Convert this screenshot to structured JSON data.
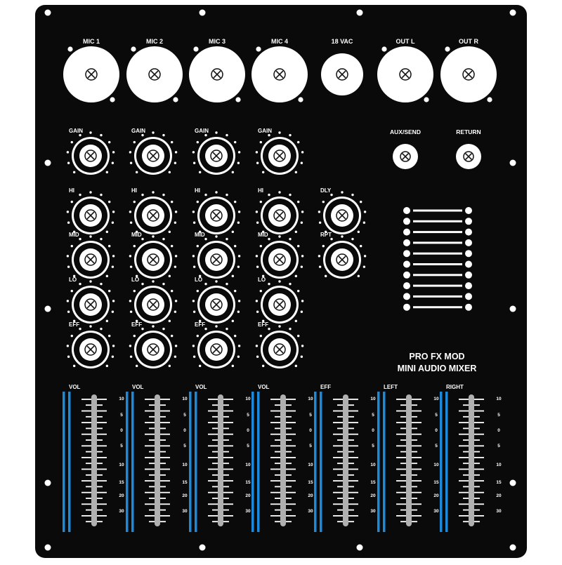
{
  "panel": {
    "panel_color": "#0a0a0a",
    "jack_color": "#ffffff",
    "fader_rail_color": "#1e88d9",
    "fader_track_color": "#b0b0b0"
  },
  "jacks": [
    {
      "label": "MIC 1",
      "type": "xlr"
    },
    {
      "label": "MIC 2",
      "type": "xlr"
    },
    {
      "label": "MIC 3",
      "type": "xlr"
    },
    {
      "label": "MIC 4",
      "type": "xlr"
    },
    {
      "label": "18 VAC",
      "type": "dc"
    },
    {
      "label": "OUT L",
      "type": "xlr"
    },
    {
      "label": "OUT R",
      "type": "xlr"
    }
  ],
  "channels": [
    {
      "knobs": [
        "GAIN",
        "HI",
        "MID",
        "LO",
        "EFF"
      ]
    },
    {
      "knobs": [
        "GAIN",
        "HI",
        "MID",
        "LO",
        "EFF"
      ]
    },
    {
      "knobs": [
        "GAIN",
        "HI",
        "MID",
        "LO",
        "EFF"
      ]
    },
    {
      "knobs": [
        "GAIN",
        "HI",
        "MID",
        "LO",
        "EFF"
      ]
    }
  ],
  "effect_knobs": [
    "DLY",
    "RPT"
  ],
  "aux_jacks": [
    "AUX/SEND",
    "RETURN"
  ],
  "meter": {
    "segments": 10
  },
  "title": {
    "line1": "PRO FX MOD",
    "line2": "MINI AUDIO MIXER"
  },
  "faders": [
    "VOL",
    "VOL",
    "VOL",
    "VOL",
    "EFF",
    "LEFT",
    "RIGHT"
  ],
  "fader_scale": [
    "10",
    "5",
    "0",
    "5",
    "10",
    "15",
    "20",
    "30"
  ]
}
